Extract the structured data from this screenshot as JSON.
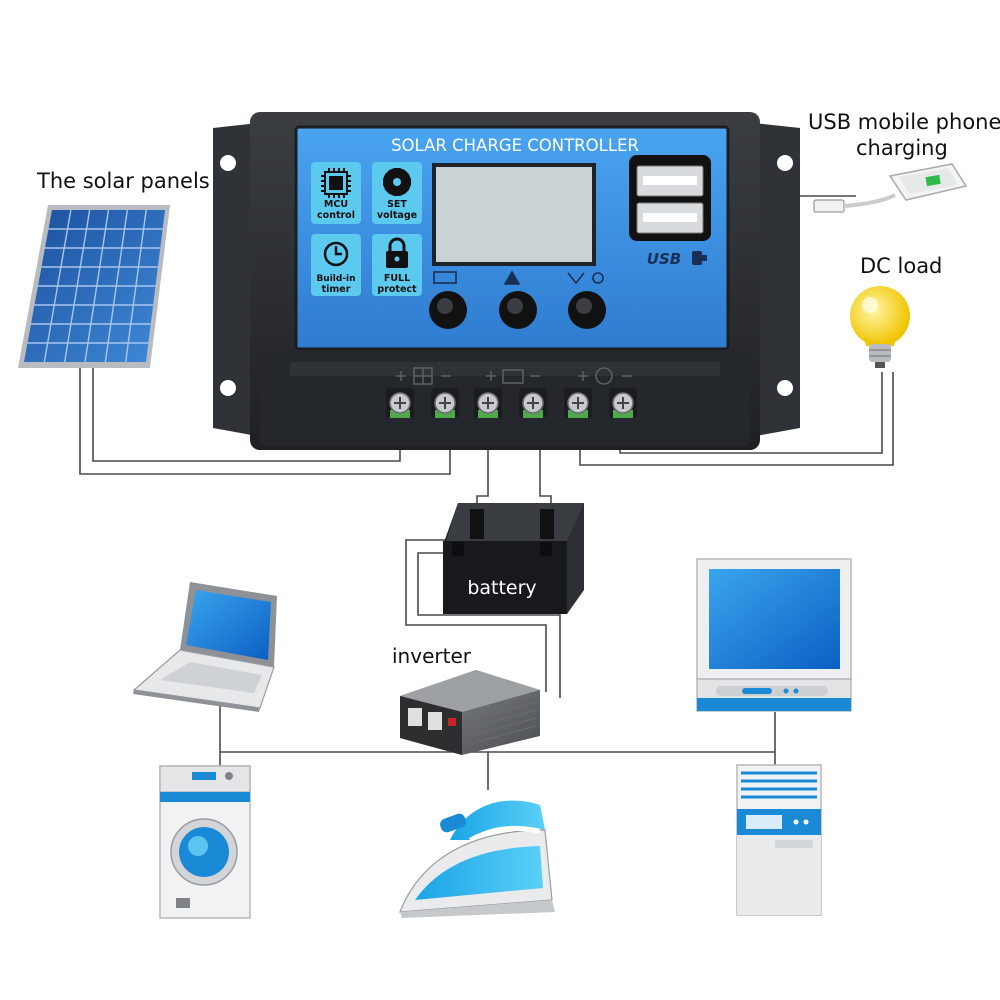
{
  "controller": {
    "title": "SOLAR CHARGE CONTROLLER",
    "features": [
      {
        "line1": "MCU",
        "line2": "control",
        "icon": "chip-icon"
      },
      {
        "line1": "SET",
        "line2": "voltage",
        "icon": "gear-icon"
      },
      {
        "line1": "Build-in",
        "line2": "timer",
        "icon": "clock-icon"
      },
      {
        "line1": "FULL",
        "line2": "protect",
        "icon": "lock-icon"
      }
    ],
    "usb_badge": "USB",
    "buttons": [
      "menu-button",
      "up-button",
      "down-button"
    ],
    "terminal_groups": [
      "solar",
      "battery",
      "load"
    ]
  },
  "labels": {
    "solar": "The solar panels",
    "usb_line1": "USB mobile phone",
    "usb_line2": "charging",
    "dc_load": "DC load",
    "battery": "battery",
    "inverter": "inverter"
  },
  "appliances": [
    "laptop",
    "monitor",
    "washing-machine",
    "iron",
    "air-conditioner"
  ],
  "colors": {
    "panel_blue": "#3e8fe0",
    "feature_cyan": "#5cc9ef",
    "lcd": "#c9d3d6",
    "housing": "#2a2d31",
    "terminal_green": "#4fa84a",
    "wire": "#4a4a4a"
  }
}
